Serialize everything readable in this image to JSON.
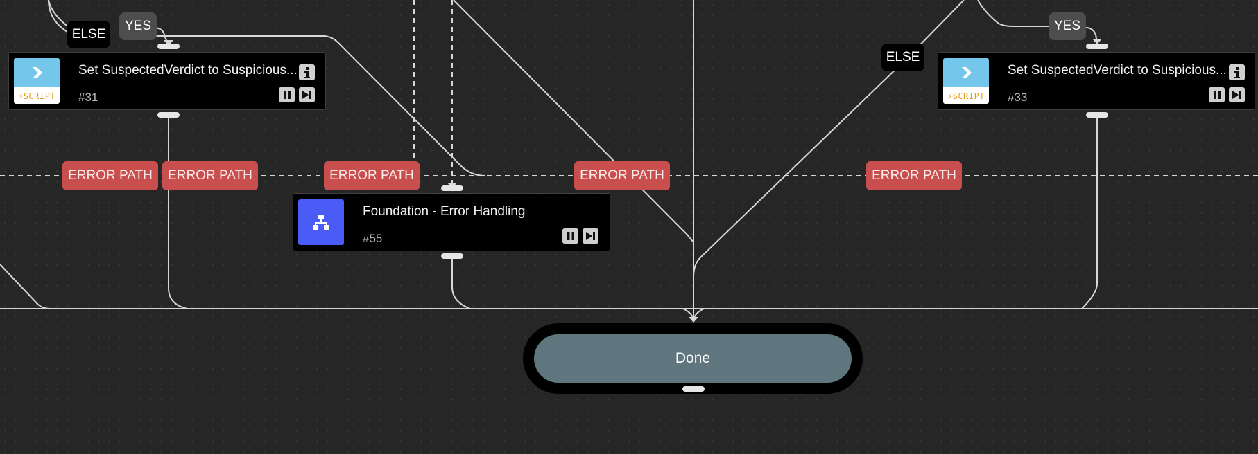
{
  "canvas": {
    "background": "#262626",
    "connector_color": "#d7d7d7",
    "error_path_color": "#c94f4f"
  },
  "labels": {
    "yes": "YES",
    "else": "ELSE",
    "error_path": "ERROR PATH"
  },
  "tasks": [
    {
      "title": "Set SuspectedVerdict to Suspicious...",
      "number": "#31",
      "type_label": "SCRIPT",
      "icon": "chevron-right-icon",
      "info_icon": "info-icon",
      "controls": [
        "pause-icon",
        "skip-icon"
      ]
    },
    {
      "title": "Set SuspectedVerdict to Suspicious...",
      "number": "#33",
      "type_label": "SCRIPT",
      "icon": "chevron-right-icon",
      "info_icon": "info-icon",
      "controls": [
        "pause-icon",
        "skip-icon"
      ]
    },
    {
      "title": "Foundation - Error Handling",
      "number": "#55",
      "icon": "sitemap-icon",
      "controls": [
        "pause-icon",
        "skip-icon"
      ]
    }
  ],
  "done": {
    "label": "Done"
  }
}
